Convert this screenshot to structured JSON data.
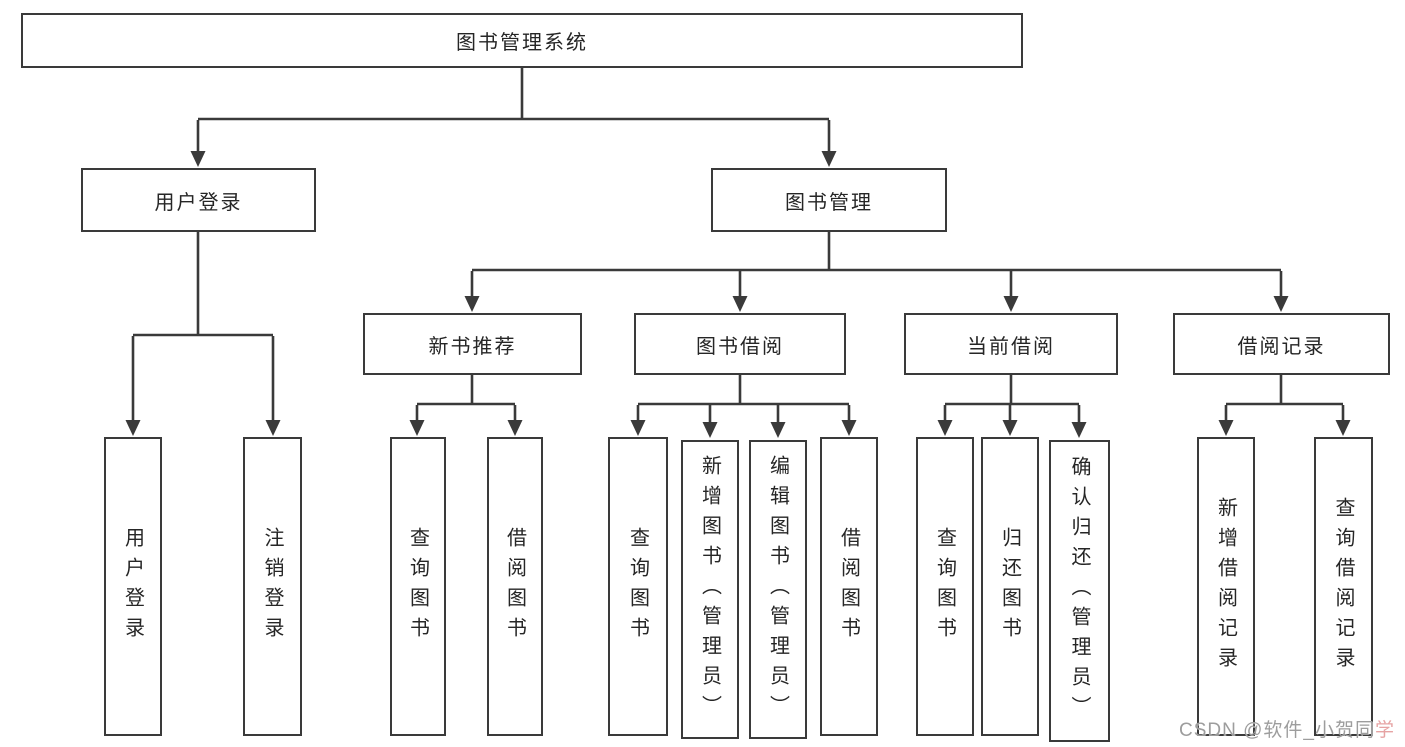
{
  "tree": {
    "label": "图书管理系统",
    "children": [
      {
        "label": "用户登录",
        "children": [
          {
            "label": "用户登录"
          },
          {
            "label": "注销登录"
          }
        ]
      },
      {
        "label": "图书管理",
        "children": [
          {
            "label": "新书推荐",
            "children": [
              {
                "label": "查询图书"
              },
              {
                "label": "借阅图书"
              }
            ]
          },
          {
            "label": "图书借阅",
            "children": [
              {
                "label": "查询图书"
              },
              {
                "label": "新增图书（管理员）"
              },
              {
                "label": "编辑图书（管理员）"
              },
              {
                "label": "借阅图书"
              }
            ]
          },
          {
            "label": "当前借阅",
            "children": [
              {
                "label": "查询图书"
              },
              {
                "label": "归还图书"
              },
              {
                "label": "确认归还（管理员）"
              }
            ]
          },
          {
            "label": "借阅记录",
            "children": [
              {
                "label": "新增借阅记录"
              },
              {
                "label": "查询借阅记录"
              }
            ]
          }
        ]
      }
    ]
  },
  "watermark": {
    "prefix": "CSDN @软件_小贺同",
    "suffix": "学"
  },
  "colors": {
    "line": "#3a3a3a",
    "box_border": "#3a3a3a",
    "text": "#262626",
    "watermark_gray": "#9d9d9d",
    "watermark_red": "#e6a3a3"
  }
}
